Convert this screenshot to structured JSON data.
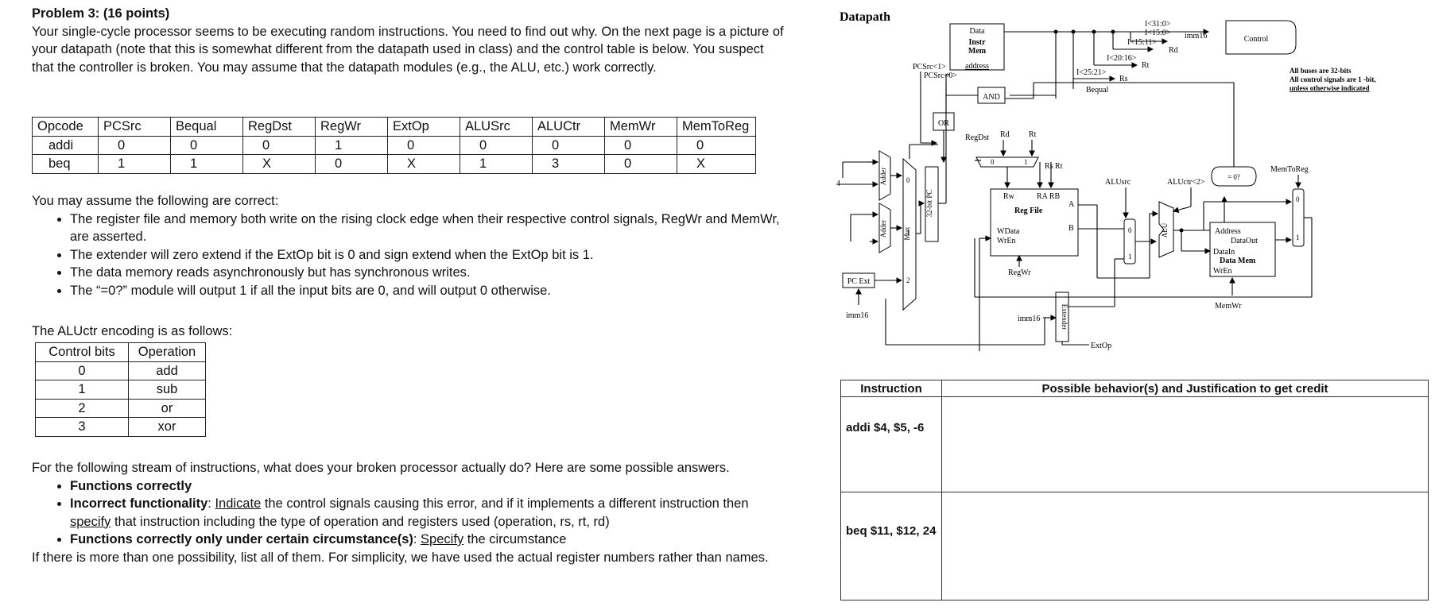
{
  "problem": {
    "title": "Problem 3: (16 points)",
    "intro": "Your single-cycle processor seems to be executing random instructions. You need to find out why. On the next page is a picture of your datapath (note that this is somewhat different from the datapath used in class) and the control table is below. You suspect that the controller is broken. You may assume that the datapath modules (e.g., the ALU, etc.) work correctly."
  },
  "control_table": {
    "headers": [
      "Opcode",
      "PCSrc",
      "Bequal",
      "RegDst",
      "RegWr",
      "ExtOp",
      "ALUSrc",
      "ALUCtr",
      "MemWr",
      "MemToReg"
    ],
    "rows": [
      [
        "addi",
        "0",
        "0",
        "0",
        "1",
        "0",
        "0",
        "0",
        "0",
        "0"
      ],
      [
        "beq",
        "1",
        "1",
        "X",
        "0",
        "X",
        "1",
        "3",
        "0",
        "X"
      ]
    ]
  },
  "assumptions": {
    "heading": "You may assume the following are correct:",
    "items": [
      "The register file and memory both write on the rising clock edge when their respective control signals, RegWr and MemWr, are asserted.",
      "The extender will zero extend if the ExtOp bit is 0 and sign extend when the ExtOp bit is 1.",
      "The data memory reads asynchronously but has synchronous writes.",
      "The “=0?” module will output 1 if all the input bits are 0, and will output 0 otherwise."
    ]
  },
  "aluctr": {
    "intro": "The ALUctr encoding is as follows:",
    "headers": [
      "Control bits",
      "Operation"
    ],
    "rows": [
      [
        "0",
        "add"
      ],
      [
        "1",
        "sub"
      ],
      [
        "2",
        "or"
      ],
      [
        "3",
        "xor"
      ]
    ]
  },
  "stream": {
    "intro": "For the following stream of instructions, what does your broken processor actually do? Here are some possible answers.",
    "opt1": "Functions correctly",
    "opt2_bold": "Incorrect functionality",
    "opt2_a": ": ",
    "opt2_u1": "Indicate",
    "opt2_b": " the control signals causing this error, and if it implements a different instruction then ",
    "opt2_u2": "specify",
    "opt2_c": " that instruction including the type of operation and registers used (operation, rs, rt, rd)",
    "opt3_bold": "Functions correctly only under certain circumstance(s)",
    "opt3_a": ": ",
    "opt3_u": "Specify",
    "opt3_b": " the circumstance",
    "outro": "If there is more than one possibility, list all of them. For simplicity, we have used the actual register numbers rather than names."
  },
  "datapath": {
    "title": "Datapath",
    "instr_mem": [
      "Data",
      "Instr",
      "Mem",
      "address"
    ],
    "control": "Control",
    "note": [
      "All buses are 32-bits",
      "All control signals are 1 -bit,",
      "unless otherwise indicated"
    ],
    "fields": [
      "I<31:0>",
      "I<15:0>",
      "imm16",
      "I<15:11>",
      "Rd",
      "I<20:16>",
      "Rt",
      "I<25:21>",
      "Rs",
      "Bequal"
    ],
    "pcsrc": [
      "PCSrc<1>",
      "PCSrc<0>"
    ],
    "gates": [
      "AND",
      "OR"
    ],
    "regdst": "RegDst",
    "rd_rt": [
      "Rd",
      "Rt"
    ],
    "mux_bits": [
      "0",
      "1",
      "2"
    ],
    "rs_rt": "Rs  Rt",
    "regfile": [
      "Rw",
      "RA RB",
      "Reg File",
      "A",
      "B",
      "WData",
      "WrEn"
    ],
    "regwr": "RegWr",
    "imm16": "imm16",
    "extender": "Extender",
    "extop": "ExtOp",
    "alusrc": "ALUsrc",
    "aluctr": "ALUctr<2>",
    "alu": "ALU",
    "zero": "= 0?",
    "memtoreg": "MemToReg",
    "datamem": [
      "Address",
      "DataOut",
      "DataIn",
      "Data Mem",
      "WrEn"
    ],
    "memwr": "MemWr",
    "adder": "Adder",
    "mux": "Mux",
    "pc": "32-bit PC",
    "pcext": "PC Ext",
    "four": "4"
  },
  "answer_table": {
    "headers": [
      "Instruction",
      "Possible behavior(s) and Justification to get credit"
    ],
    "rows": [
      [
        "addi $4, $5, -6",
        ""
      ],
      [
        "beq $11, $12, 24",
        ""
      ]
    ]
  }
}
